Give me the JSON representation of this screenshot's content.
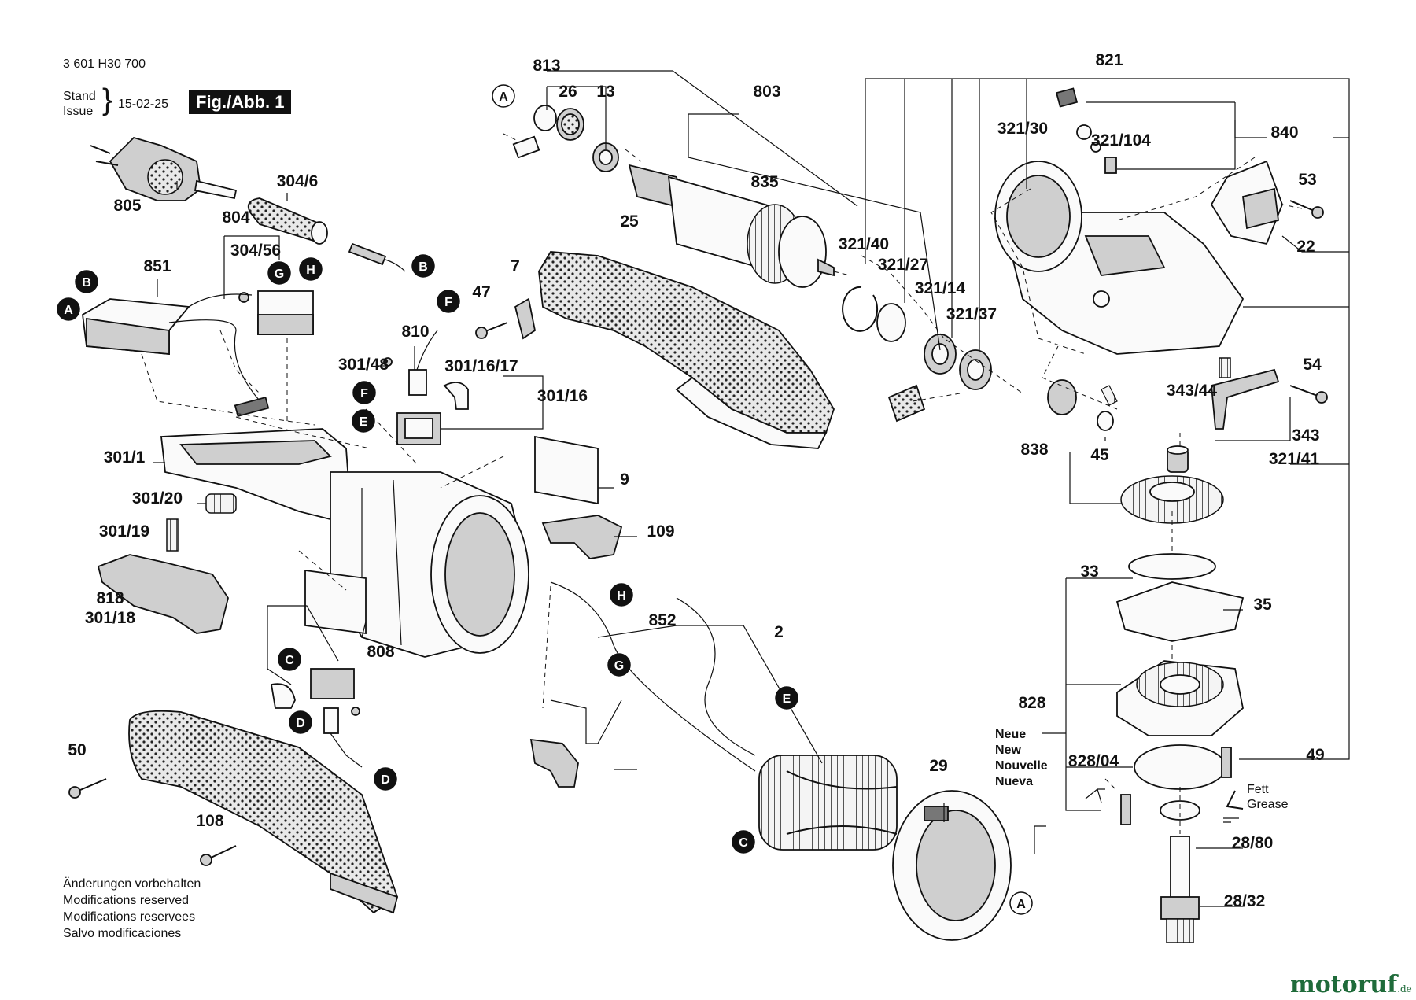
{
  "header": {
    "doc_number": "3 601 H30 700",
    "stand": "Stand",
    "issue": "Issue",
    "date": "15-02-25",
    "figure": "Fig./Abb. 1"
  },
  "notes": [
    "Änderungen vorbehalten",
    "Modifications reserved",
    "Modifications reservees",
    "Salvo modificaciones"
  ],
  "new_labels": [
    "Neue",
    "New",
    "Nouvelle",
    "Nueva"
  ],
  "grease": [
    "Fett",
    "Grease"
  ],
  "markers": [
    "A",
    "B",
    "C",
    "D",
    "E",
    "F",
    "G",
    "H"
  ],
  "part_labels": [
    "813",
    "26",
    "13",
    "803",
    "835",
    "25",
    "7",
    "47",
    "821",
    "321/30",
    "321/104",
    "840",
    "53",
    "22",
    "321/40",
    "321/27",
    "321/14",
    "321/37",
    "54",
    "343/44",
    "343",
    "838",
    "45",
    "321/41",
    "805",
    "304/6",
    "804",
    "304/56",
    "851",
    "810",
    "301/48",
    "301/16/17",
    "301/16",
    "301/1",
    "301/20",
    "9",
    "109",
    "301/19",
    "818",
    "301/18",
    "852",
    "2",
    "808",
    "33",
    "35",
    "828",
    "828/04",
    "49",
    "29",
    "28/80",
    "28/32",
    "50",
    "108"
  ],
  "watermark": {
    "brand": "motoruf",
    "tld": ".de"
  }
}
